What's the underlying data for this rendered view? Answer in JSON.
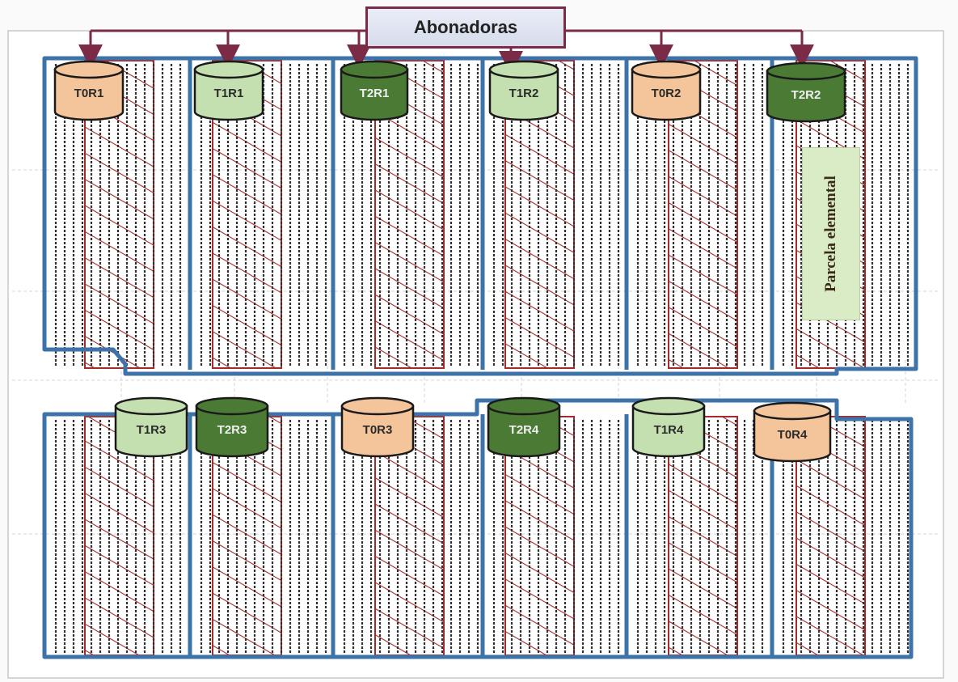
{
  "header": {
    "label": "Abonadoras"
  },
  "parcela_label": "Parcela elemental",
  "colors": {
    "T0": "#f4c49b",
    "T1": "#c5e0b0",
    "T2": "#4a7a34",
    "border": "#3d73a8",
    "hatch": "#a52a2a",
    "arrow": "#7b2b45"
  },
  "blocks": [
    {
      "tanks": [
        {
          "label": "T0R1",
          "treatment": "T0"
        },
        {
          "label": "T1R1",
          "treatment": "T1"
        },
        {
          "label": "T2R1",
          "treatment": "T2"
        },
        {
          "label": "T1R2",
          "treatment": "T1"
        },
        {
          "label": "T0R2",
          "treatment": "T0"
        },
        {
          "label": "T2R2",
          "treatment": "T2"
        }
      ]
    },
    {
      "tanks": [
        {
          "label": "T1R3",
          "treatment": "T1"
        },
        {
          "label": "T2R3",
          "treatment": "T2"
        },
        {
          "label": "T0R3",
          "treatment": "T0"
        },
        {
          "label": "T2R4",
          "treatment": "T2"
        },
        {
          "label": "T1R4",
          "treatment": "T1"
        },
        {
          "label": "T0R4",
          "treatment": "T0"
        }
      ]
    }
  ]
}
